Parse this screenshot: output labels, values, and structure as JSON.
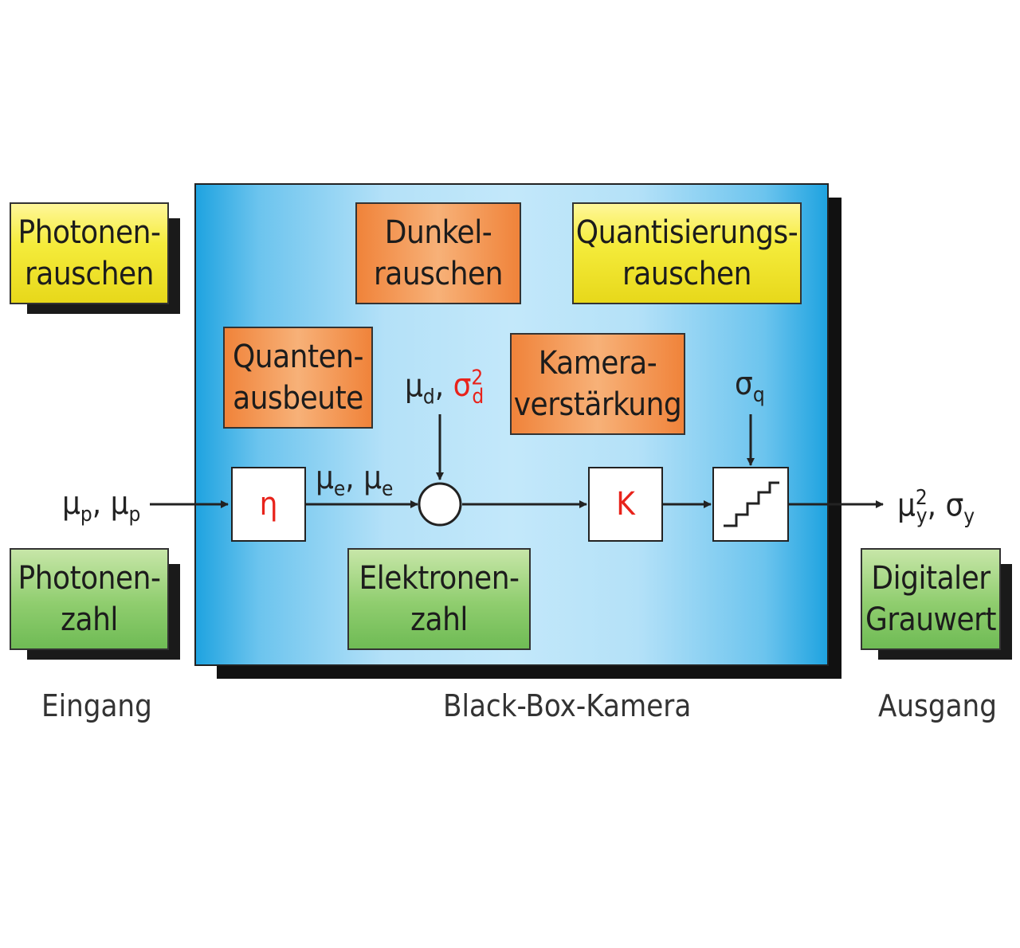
{
  "noise_sources": {
    "photon_noise": [
      "Photonen-",
      "rauschen"
    ],
    "dark_noise": [
      "Dunkel-",
      "rauschen"
    ],
    "quantization_noise": [
      "Quantisierungs-",
      "rauschen"
    ]
  },
  "parameters": {
    "quantum_efficiency": [
      "Quanten-",
      "ausbeute"
    ],
    "camera_gain": [
      "Kamera-",
      "verstärkung"
    ]
  },
  "quantities": {
    "photon_count": [
      "Photonen-",
      "zahl"
    ],
    "electron_count": [
      "Elektronen-",
      "zahl"
    ],
    "digital_gray_value": [
      "Digitaler",
      "Grauwert"
    ]
  },
  "blocks": {
    "eta": "η",
    "gain": "K"
  },
  "signals": {
    "mu": "μ",
    "sigma": "σ",
    "sep": ", ",
    "p": "p",
    "e": "e",
    "d": "d",
    "y": "y",
    "q": "q",
    "two": "2"
  },
  "captions": {
    "input": "Eingang",
    "camera": "Black-Box-Kamera",
    "output": "Ausgang"
  },
  "colors": {
    "box_blue": "#1fa3e0",
    "noise_yellow": "#f5ec3c",
    "noise_orange": "#f0833a",
    "quantity_green": "#8fcd6e",
    "accent_red": "#e8231b"
  }
}
